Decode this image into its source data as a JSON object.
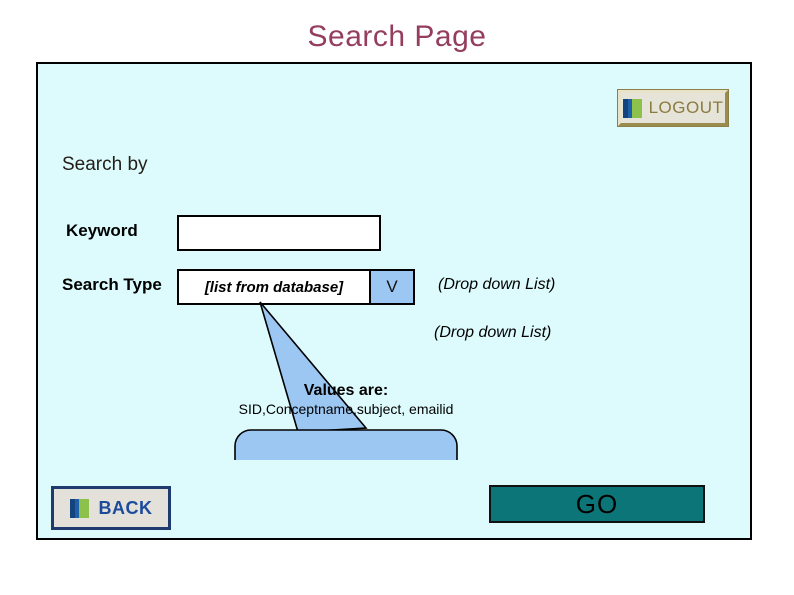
{
  "page": {
    "title": "Search Page"
  },
  "panel": {
    "section_label": "Search by",
    "logout": {
      "label": "LOGOUT",
      "icon": "bars-icon"
    },
    "fields": {
      "keyword": {
        "label": "Keyword",
        "value": "",
        "placeholder": ""
      },
      "search_type": {
        "label": "Search Type",
        "selected": "[list from database]",
        "arrow_glyph": "V",
        "options": [
          "SID",
          "Conceptname",
          "subject",
          "emailid"
        ]
      }
    },
    "annotations": {
      "note_1": "(Drop down List)",
      "note_2": "(Drop down List)",
      "callout": {
        "heading": "Values are:",
        "body": "SID,Conceptname,subject, emailid"
      }
    },
    "back": {
      "label": "BACK",
      "icon": "bars-icon"
    },
    "go": {
      "label": "GO"
    }
  },
  "colors": {
    "title": "#943d5e",
    "panel_bg": "#ddfbfd",
    "panel_border": "#000000",
    "go_bg": "#0c7577",
    "dropdown_arrow_bg": "#9cc7f2",
    "callout_fill": "#9cc7f2",
    "back_border": "#1f3a6e",
    "back_text": "#1c4b9c",
    "logout_text": "#8b7b3f",
    "icon_blue": "#13447e",
    "icon_green": "#8cc14c"
  }
}
